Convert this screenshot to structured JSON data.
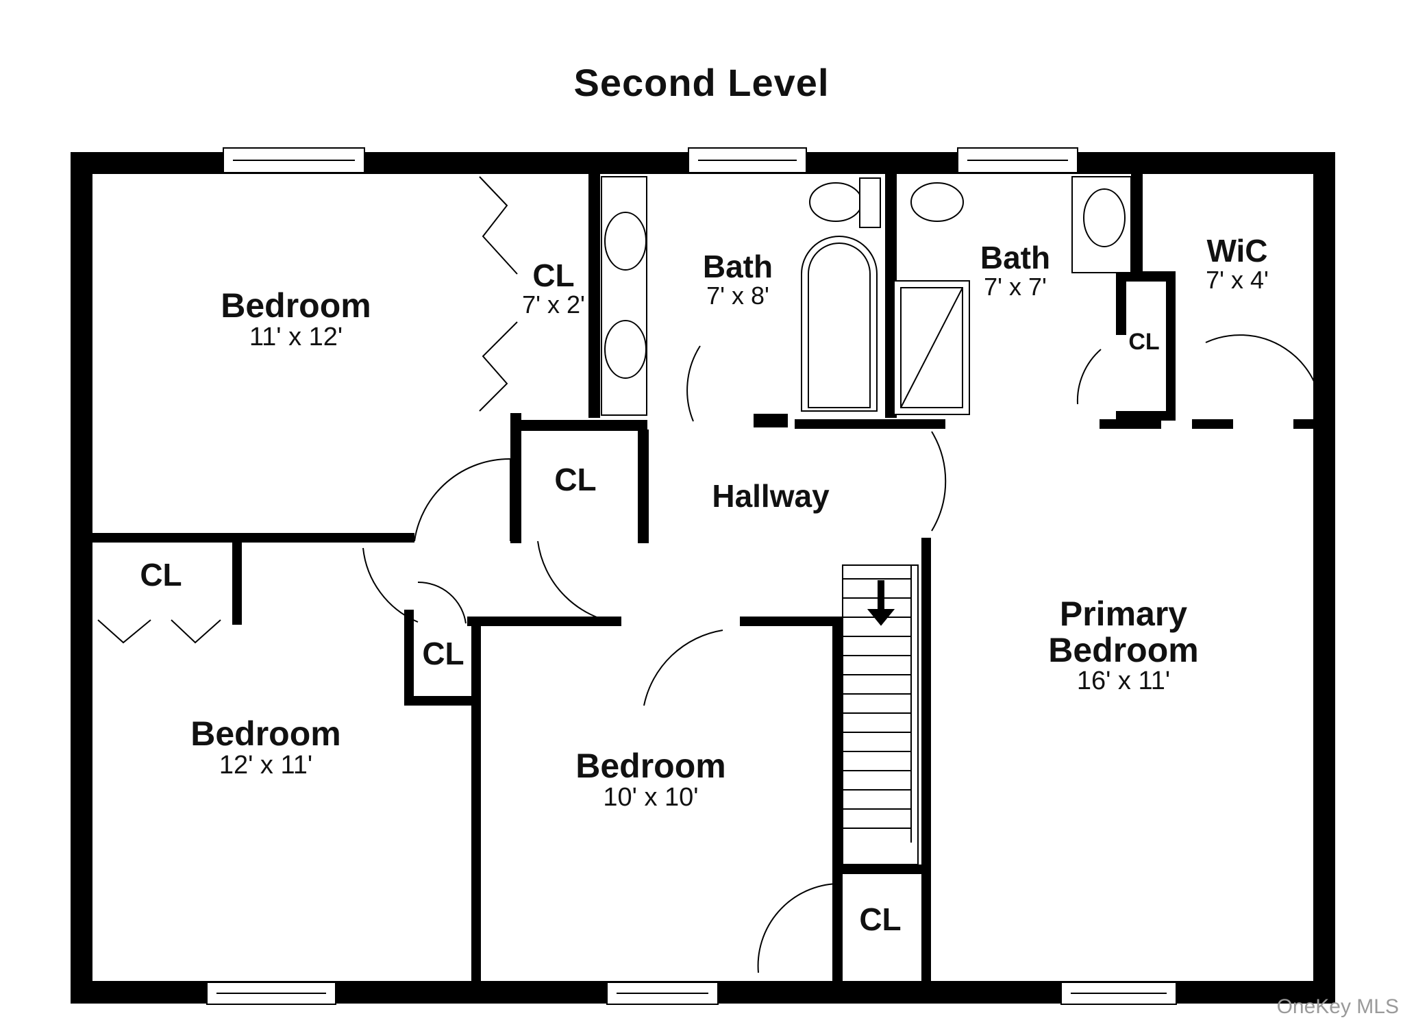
{
  "title": "Second Level",
  "rooms": {
    "bedroom_top_left": {
      "name": "Bedroom",
      "dim": "11' x 12'"
    },
    "closet_top": {
      "name": "CL",
      "dim": "7' x 2'"
    },
    "bath_left": {
      "name": "Bath",
      "dim": "7' x 8'"
    },
    "bath_right": {
      "name": "Bath",
      "dim": "7' x 7'"
    },
    "wic": {
      "name": "WiC",
      "dim": "7' x 4'"
    },
    "closet_small_right": {
      "name": "CL"
    },
    "closet_hall": {
      "name": "CL"
    },
    "hallway": {
      "name": "Hallway"
    },
    "closet_left": {
      "name": "CL"
    },
    "closet_mid": {
      "name": "CL"
    },
    "primary_bedroom": {
      "name": "Primary\nBedroom",
      "dim": "16' x 11'"
    },
    "bedroom_bottom_left": {
      "name": "Bedroom",
      "dim": "12' x 11'"
    },
    "bedroom_bottom_mid": {
      "name": "Bedroom",
      "dim": "10' x 10'"
    },
    "closet_bottom": {
      "name": "CL"
    }
  },
  "watermark": "OneKey MLS"
}
